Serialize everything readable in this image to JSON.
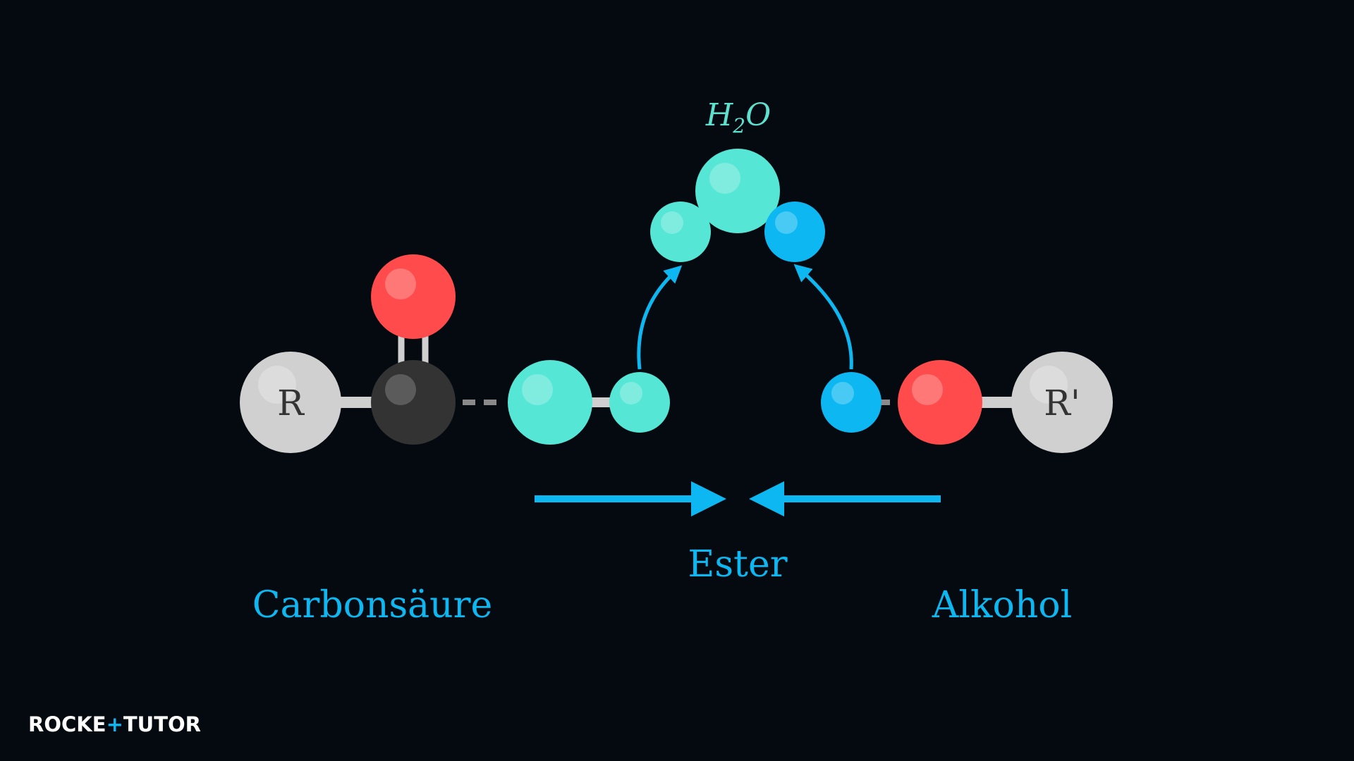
{
  "labels": {
    "carboxylic_acid": "Carbonsäure",
    "ester": "Ester",
    "alcohol": "Alkohol"
  },
  "formula": {
    "base": "H",
    "subscript": "2",
    "tail": "O"
  },
  "atoms": {
    "r_group_left": "R",
    "r_group_right": "R'"
  },
  "logo": {
    "part1": "ROCKE",
    "part2": "+",
    "part3": "TUTO",
    "part4": "R"
  },
  "colors": {
    "background": "#050a10",
    "accent_blue": "#0db8f2",
    "water_teal": "#55e6d5",
    "oxygen_red": "#ff4b4b",
    "carbon_dark": "#333333",
    "r_group_gray": "#d0d0d0",
    "bond_gray": "#cfcfcf",
    "formula_teal": "#5ee0cf"
  }
}
